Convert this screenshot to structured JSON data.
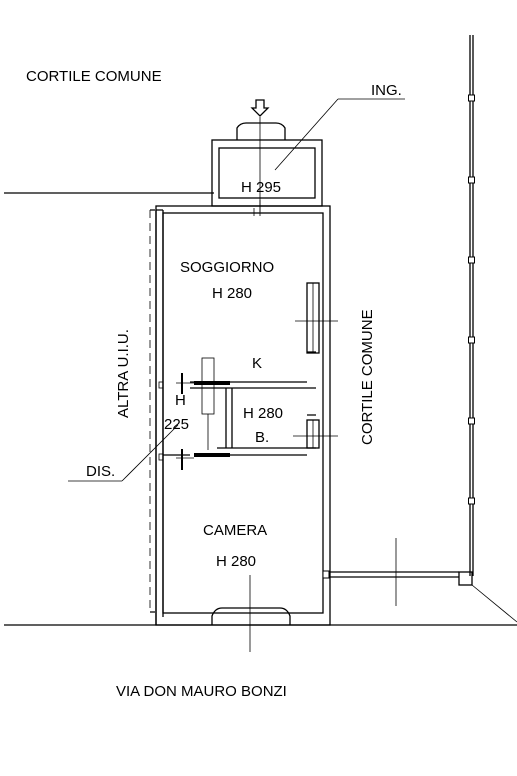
{
  "labels": {
    "cortile_top": "CORTILE COMUNE",
    "ing": "ING.",
    "h_entrance": "H 295",
    "soggiorno": "SOGGIORNO",
    "h_soggiorno": "H 280",
    "k": "K",
    "altra": "ALTRA U.I.U.",
    "cortile_right": "CORTILE COMUNE",
    "h_dis_a": "H",
    "h_dis_b": "225",
    "h_bath": "H 280",
    "bath": "B.",
    "dis": "DIS.",
    "camera": "CAMERA",
    "h_camera": "H 280",
    "street": "VIA DON MAURO BONZI"
  }
}
